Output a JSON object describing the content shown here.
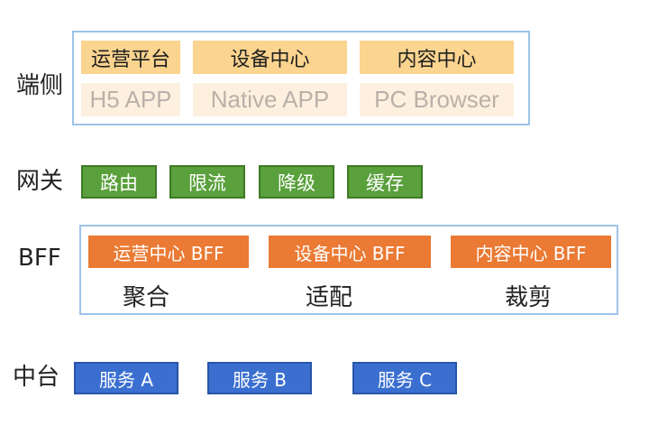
{
  "layers": {
    "client": {
      "label": "端侧",
      "top_boxes": [
        "运营平台",
        "设备中心",
        "内容中心"
      ],
      "bottom_boxes": [
        "H5 APP",
        "Native APP",
        "PC Browser"
      ]
    },
    "gateway": {
      "label": "网关",
      "boxes": [
        "路由",
        "限流",
        "降级",
        "缓存"
      ]
    },
    "bff": {
      "label": "BFF",
      "boxes": [
        "运营中心 BFF",
        "设备中心 BFF",
        "内容中心 BFF"
      ],
      "captions": [
        "聚合",
        "适配",
        "裁剪"
      ]
    },
    "middle": {
      "label": "中台",
      "boxes": [
        "服务 A",
        "服务 B",
        "服务 C"
      ]
    }
  },
  "colors": {
    "frame_border": "#9cc3e8",
    "client_top": "#fbd48f",
    "client_bottom": "#fdf0df",
    "gateway": "#5aa03c",
    "bff": "#ea7a34",
    "middle": "#3a6fd0"
  }
}
